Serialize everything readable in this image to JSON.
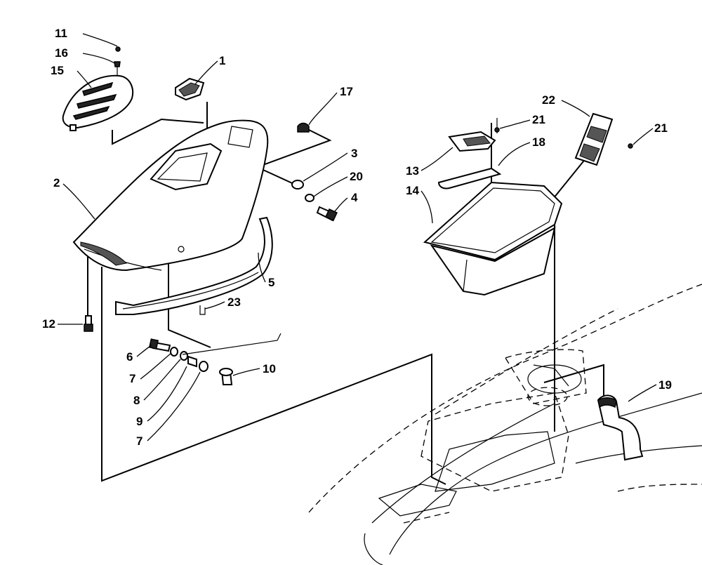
{
  "callouts": [
    {
      "id": "c1",
      "label": "1"
    },
    {
      "id": "c2",
      "label": "2"
    },
    {
      "id": "c3",
      "label": "3"
    },
    {
      "id": "c4",
      "label": "4"
    },
    {
      "id": "c5",
      "label": "5"
    },
    {
      "id": "c6",
      "label": "6"
    },
    {
      "id": "c7a",
      "label": "7"
    },
    {
      "id": "c7b",
      "label": "7"
    },
    {
      "id": "c8",
      "label": "8"
    },
    {
      "id": "c9",
      "label": "9"
    },
    {
      "id": "c10",
      "label": "10"
    },
    {
      "id": "c11",
      "label": "11"
    },
    {
      "id": "c12",
      "label": "12"
    },
    {
      "id": "c13",
      "label": "13"
    },
    {
      "id": "c14",
      "label": "14"
    },
    {
      "id": "c15",
      "label": "15"
    },
    {
      "id": "c16",
      "label": "16"
    },
    {
      "id": "c17",
      "label": "17"
    },
    {
      "id": "c18",
      "label": "18"
    },
    {
      "id": "c19",
      "label": "19"
    },
    {
      "id": "c20",
      "label": "20"
    },
    {
      "id": "c21a",
      "label": "21"
    },
    {
      "id": "c21b",
      "label": "21"
    },
    {
      "id": "c22",
      "label": "22"
    },
    {
      "id": "c23",
      "label": "23"
    }
  ]
}
